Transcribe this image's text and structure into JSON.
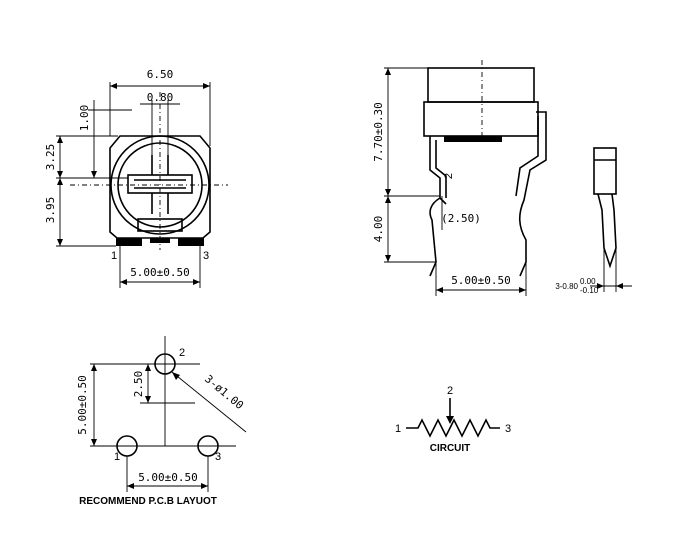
{
  "front_view": {
    "width": "6.50",
    "knob_slot": "0.80",
    "top_offset": "1.00",
    "upper_height": "3.25",
    "lower_height": "3.95",
    "pin_pitch": "5.00±0.50",
    "pin_left": "1",
    "pin_right": "3"
  },
  "side_view": {
    "body_height": "7.70±0.30",
    "leg_length": "4.00",
    "pin_label": "2",
    "pin_offset": "(2.50)",
    "pin_pitch": "5.00±0.50"
  },
  "edge_view": {
    "prefix": "3-0.80",
    "tol_plus": "0.00",
    "tol_minus": "-0.10"
  },
  "pcb_layout": {
    "height": "5.00±0.50",
    "pin_offset": "2.50",
    "hole_size": "3-ø1.00",
    "pin_pitch": "5.00±0.50",
    "pin_1": "1",
    "pin_2": "2",
    "pin_3": "3",
    "caption": "RECOMMEND P.C.B LAYUOT"
  },
  "circuit": {
    "pin_1": "1",
    "pin_2": "2",
    "pin_3": "3",
    "caption": "CIRCUIT"
  }
}
